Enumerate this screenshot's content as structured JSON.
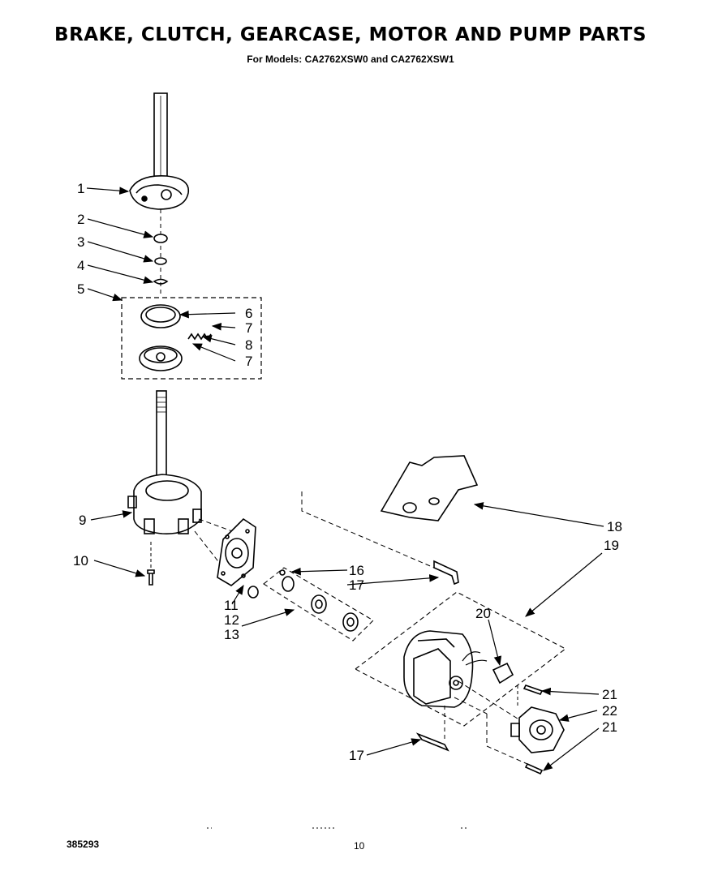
{
  "header": {
    "title": "BRAKE, CLUTCH, GEARCASE, MOTOR AND PUMP PARTS",
    "subtitle": "For Models: CA2762XSW0 and CA2762XSW1"
  },
  "footer": {
    "doc_number": "385293",
    "page_number": "10"
  },
  "callouts": [
    {
      "id": "c1",
      "label": "1"
    },
    {
      "id": "c2",
      "label": "2"
    },
    {
      "id": "c3",
      "label": "3"
    },
    {
      "id": "c4",
      "label": "4"
    },
    {
      "id": "c5",
      "label": "5"
    },
    {
      "id": "c6",
      "label": "6"
    },
    {
      "id": "c7a",
      "label": "7"
    },
    {
      "id": "c8",
      "label": "8"
    },
    {
      "id": "c7b",
      "label": "7"
    },
    {
      "id": "c9",
      "label": "9"
    },
    {
      "id": "c10",
      "label": "10"
    },
    {
      "id": "c11",
      "label": "11"
    },
    {
      "id": "c12",
      "label": "12"
    },
    {
      "id": "c13",
      "label": "13"
    },
    {
      "id": "c16",
      "label": "16"
    },
    {
      "id": "c17a",
      "label": "17"
    },
    {
      "id": "c17b",
      "label": "17"
    },
    {
      "id": "c18",
      "label": "18"
    },
    {
      "id": "c19",
      "label": "19"
    },
    {
      "id": "c20",
      "label": "20"
    },
    {
      "id": "c21a",
      "label": "21"
    },
    {
      "id": "c22",
      "label": "22"
    },
    {
      "id": "c21b",
      "label": "21"
    }
  ]
}
